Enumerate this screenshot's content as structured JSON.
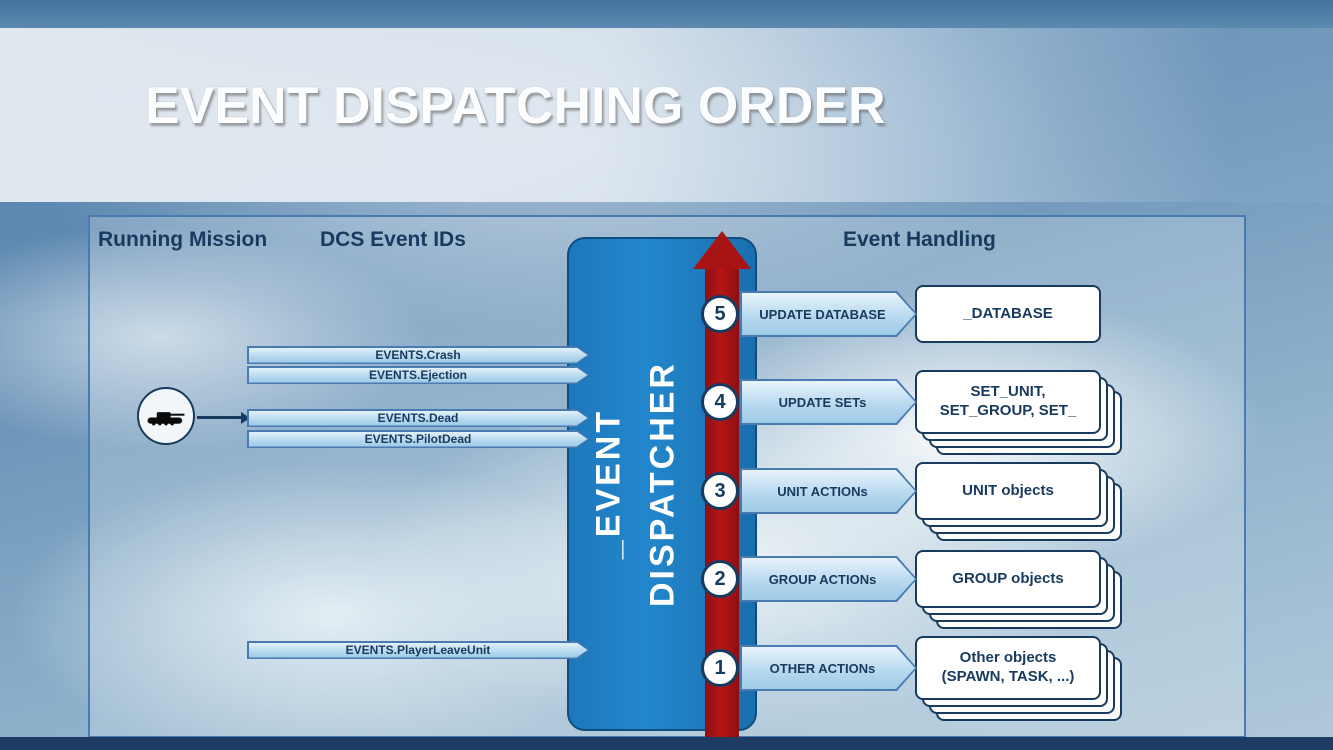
{
  "slide": {
    "title": "EVENT DISPATCHING ORDER"
  },
  "diagram": {
    "headers": {
      "running_mission": "Running Mission",
      "dcs_event_ids": "DCS Event IDs",
      "event_handling": "Event Handling"
    },
    "dispatcher": {
      "line1": "_EVENT",
      "line2": "DISPATCHER"
    },
    "event_ids": [
      {
        "label": "EVENTS.Crash"
      },
      {
        "label": "EVENTS.Ejection"
      },
      {
        "label": "EVENTS.Dead"
      },
      {
        "label": "EVENTS.PilotDead"
      },
      {
        "label": "EVENTS.PlayerLeaveUnit"
      }
    ],
    "steps": [
      {
        "number": "5",
        "action": "UPDATE DATABASE",
        "target1": "_DATABASE",
        "target2": "",
        "stacked": false
      },
      {
        "number": "4",
        "action": "UPDATE SETs",
        "target1": "SET_UNIT,",
        "target2": "SET_GROUP, SET_",
        "stacked": true
      },
      {
        "number": "3",
        "action": "UNIT ACTIONs",
        "target1": "UNIT objects",
        "target2": "",
        "stacked": true
      },
      {
        "number": "2",
        "action": "GROUP ACTIONs",
        "target1": "GROUP objects",
        "target2": "",
        "stacked": true
      },
      {
        "number": "1",
        "action": "OTHER ACTIONs",
        "target1": "Other objects",
        "target2": "(SPAWN, TASK, ...)",
        "stacked": true
      }
    ],
    "unit_icon": "tank-icon"
  },
  "colors": {
    "dispatcher_blue": "#1d77ba",
    "navy": "#173a5e",
    "arrow_red": "#a81314",
    "light_blue_fill": "#b8d9ef",
    "border_blue": "#4a7ab2",
    "footer_navy": "#1d3b63"
  }
}
